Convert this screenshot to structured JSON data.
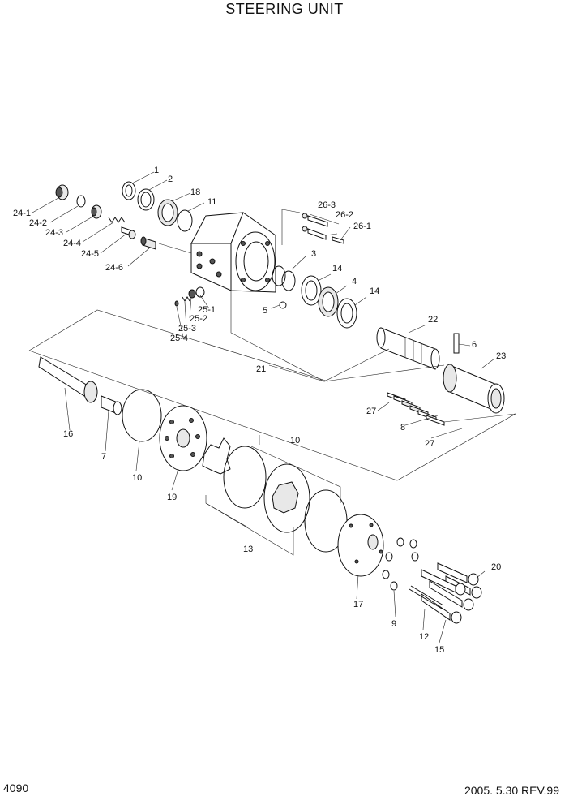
{
  "header": {
    "title": "STEERING UNIT"
  },
  "footer": {
    "page_number": "4090",
    "revision": "2005. 5.30 REV.99"
  },
  "labels": {
    "l1": "1",
    "l2": "2",
    "l18": "18",
    "l11": "11",
    "l24_1": "24-1",
    "l24_2": "24-2",
    "l24_3": "24-3",
    "l24_4": "24-4",
    "l24_5": "24-5",
    "l24_6": "24-6",
    "l26_3": "26-3",
    "l26_2": "26-2",
    "l26_1": "26-1",
    "l3": "3",
    "l14a": "14",
    "l4": "4",
    "l14b": "14",
    "l5": "5",
    "l25_1": "25-1",
    "l25_2": "25-2",
    "l25_3": "25-3",
    "l25_4": "25-4",
    "l22": "22",
    "l6": "6",
    "l23": "23",
    "l21": "21",
    "l27a": "27",
    "l8": "8",
    "l27b": "27",
    "l16": "16",
    "l7": "7",
    "l10a": "10",
    "l19": "19",
    "l10b": "10",
    "l13": "13",
    "l17": "17",
    "l9": "9",
    "l20": "20",
    "l12": "12",
    "l15": "15"
  }
}
